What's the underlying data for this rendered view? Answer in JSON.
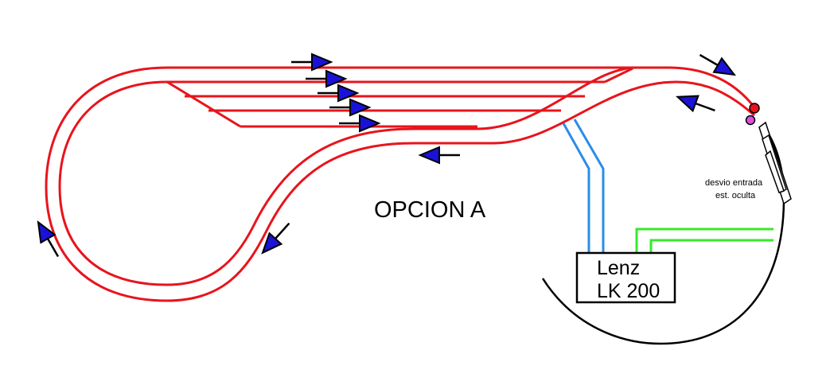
{
  "title": "OPCION A",
  "controller": {
    "line1": "Lenz",
    "line2": "LK 200"
  },
  "note": {
    "line1": "desvio entrada",
    "line2": "est. oculta"
  },
  "colors": {
    "track": "#e8141c",
    "loop": "#000000",
    "blue_wires": "#2b8ce8",
    "green_wires": "#38e82b",
    "arrow_fill": "#1a12d6",
    "signal_red": "#e8141c",
    "signal_magenta": "#d94fd9"
  }
}
